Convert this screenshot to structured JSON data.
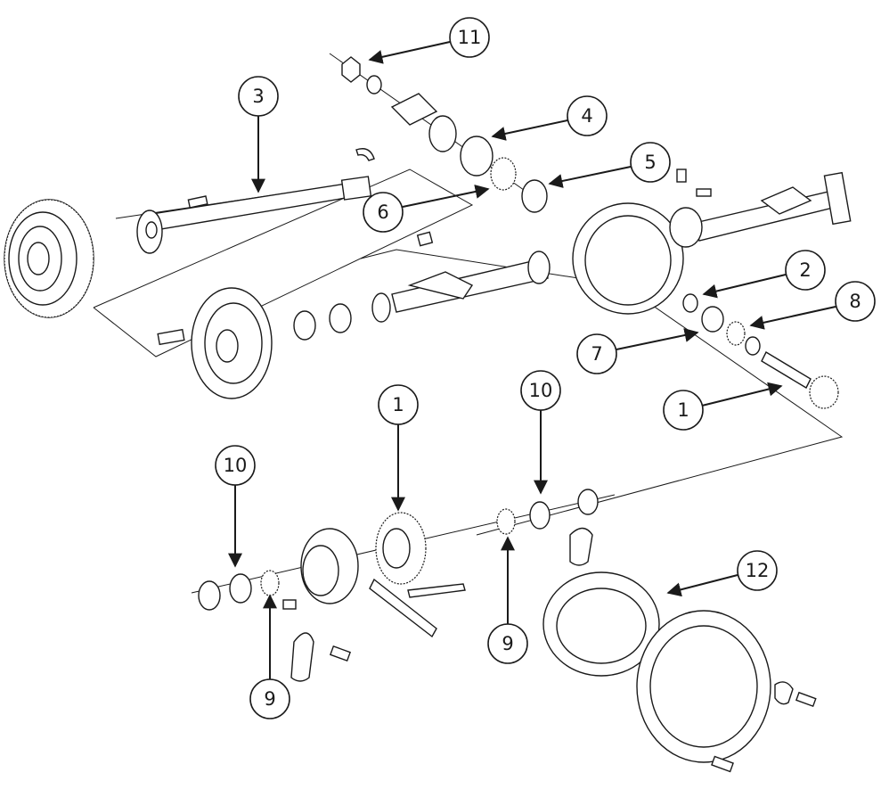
{
  "diagram": {
    "colors": {
      "line": "#1a1a1a",
      "background": "#ffffff"
    },
    "callouts": [
      {
        "id": "c11",
        "label": "11"
      },
      {
        "id": "c3",
        "label": "3"
      },
      {
        "id": "c4",
        "label": "4"
      },
      {
        "id": "c5",
        "label": "5"
      },
      {
        "id": "c6",
        "label": "6"
      },
      {
        "id": "c2",
        "label": "2"
      },
      {
        "id": "c8",
        "label": "8"
      },
      {
        "id": "c7",
        "label": "7"
      },
      {
        "id": "c1a",
        "label": "1"
      },
      {
        "id": "c1b",
        "label": "1"
      },
      {
        "id": "c10a",
        "label": "10"
      },
      {
        "id": "c10b",
        "label": "10"
      },
      {
        "id": "c9a",
        "label": "9"
      },
      {
        "id": "c9b",
        "label": "9"
      },
      {
        "id": "c12",
        "label": "12"
      }
    ]
  }
}
